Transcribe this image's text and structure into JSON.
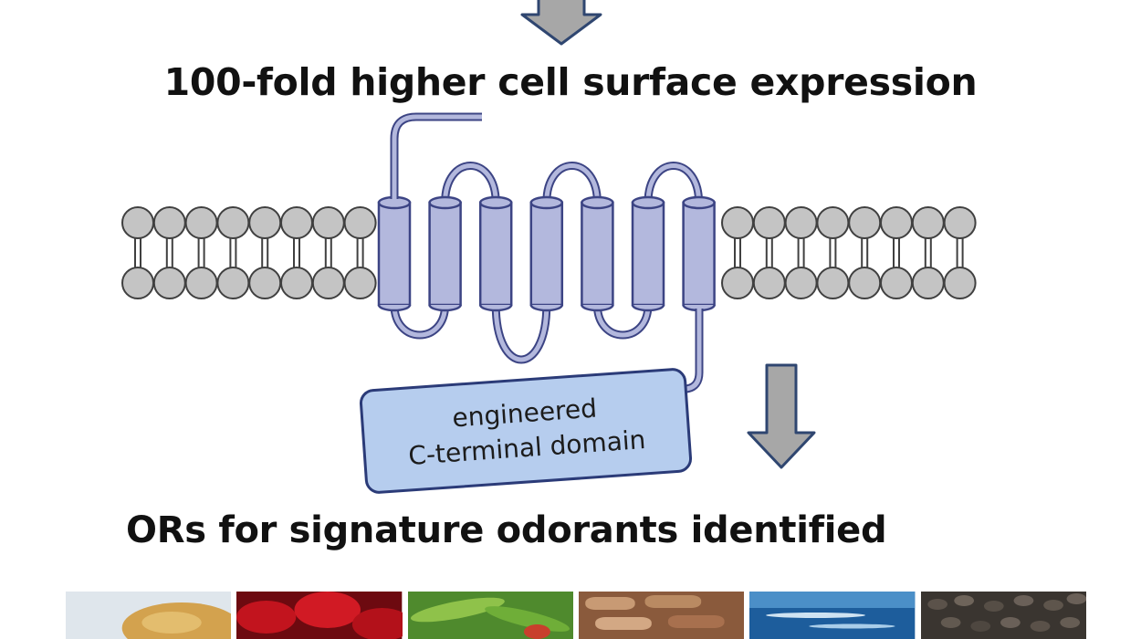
{
  "diagram": {
    "heading_top": "100-fold higher cell surface expression",
    "heading_bottom": "ORs for signature odorants identified",
    "domain_label_line1": "engineered",
    "domain_label_line2": "C-terminal domain",
    "helix_count": 7,
    "colors": {
      "helix_fill": "#b3b8dd",
      "helix_stroke": "#3c4484",
      "lipid_fill": "#c4c4c4",
      "lipid_stroke": "#404040",
      "domain_box_fill": "#b6cdee",
      "domain_box_stroke": "#2b3b78",
      "arrow_fill": "#a7a7a7",
      "arrow_stroke": "#2f4670"
    },
    "photos": [
      {
        "name": "fruit-photo"
      },
      {
        "name": "roses-photo"
      },
      {
        "name": "green-plant-photo"
      },
      {
        "name": "wine-corks-photo"
      },
      {
        "name": "fish-water-photo"
      },
      {
        "name": "peppercorns-photo"
      }
    ]
  }
}
